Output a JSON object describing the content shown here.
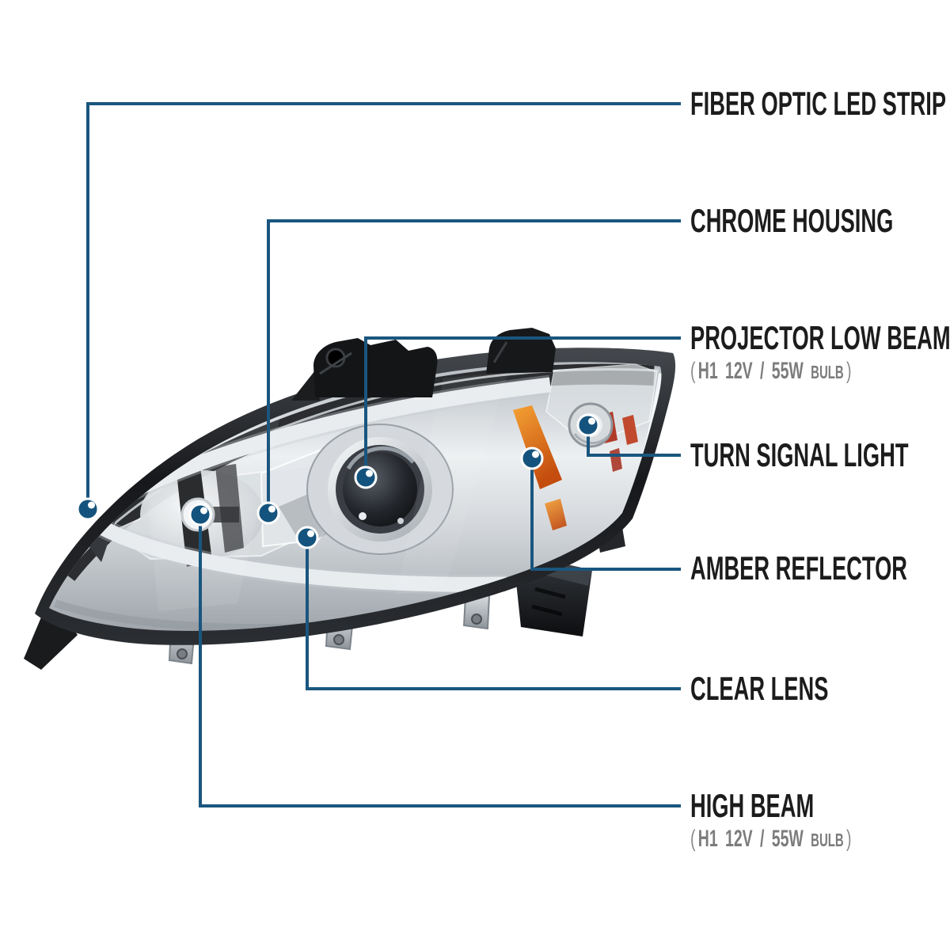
{
  "page": {
    "background": "#ffffff"
  },
  "style": {
    "leader_color": "#1a567f",
    "dot_color": "#14537d",
    "title_color": "#1c1c1c",
    "subtitle_color": "#7c7c7c",
    "amber_color": "#e07818",
    "chrome_color": "#d2d6da"
  },
  "callouts": [
    {
      "id": "fiber-optic-led-strip",
      "title": "FIBER OPTIC LED STRIP"
    },
    {
      "id": "chrome-housing",
      "title": "CHROME HOUSING"
    },
    {
      "id": "projector-low-beam",
      "title": "PROJECTOR LOW BEAM",
      "subtitle": {
        "open": "(",
        "main": "H1 12V / 55W",
        "small": "BULB",
        "close": ")"
      }
    },
    {
      "id": "turn-signal-light",
      "title": "TURN SIGNAL LIGHT"
    },
    {
      "id": "amber-reflector",
      "title": "AMBER REFLECTOR"
    },
    {
      "id": "clear-lens",
      "title": "CLEAR LENS"
    },
    {
      "id": "high-beam",
      "title": "HIGH BEAM",
      "subtitle": {
        "open": "(",
        "main": "H1 12V / 55W",
        "small": "BULB",
        "close": ")"
      }
    }
  ]
}
